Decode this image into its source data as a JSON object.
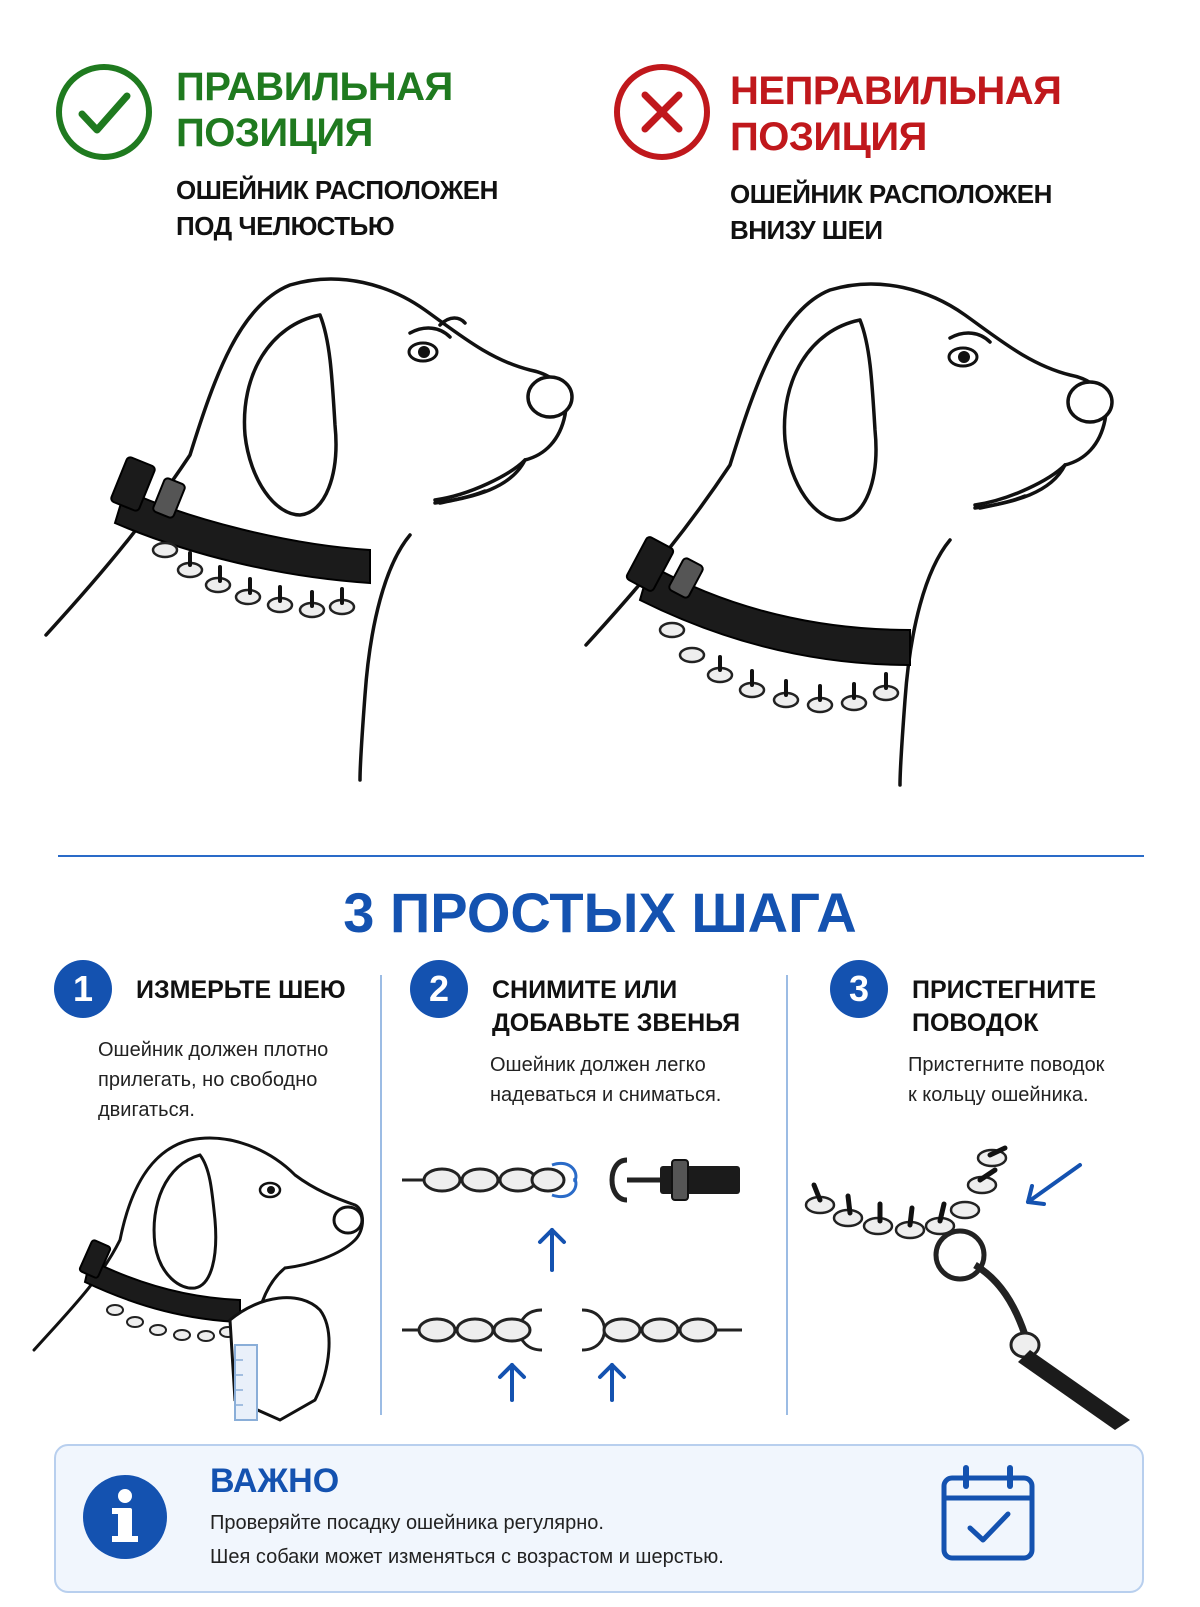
{
  "correct": {
    "title_line1": "ПРАВИЛЬНАЯ",
    "title_line2": "ПОЗИЦИЯ",
    "desc_line1": "ОШЕЙНИК РАСПОЛОЖЕН",
    "desc_line2": "ПОД ЧЕЛЮСТЬЮ",
    "icon": "checkmark-circle-icon",
    "color": "#1f7a1f"
  },
  "incorrect": {
    "title_line1": "НЕПРАВИЛЬНАЯ",
    "title_line2": "ПОЗИЦИЯ",
    "desc_line1": "ОШЕЙНИК РАСПОЛОЖЕН",
    "desc_line2": "ВНИЗУ ШЕИ",
    "icon": "cross-circle-icon",
    "color": "#c0181c"
  },
  "steps_section": {
    "title": "3 ПРОСТЫХ ШАГА",
    "accent": "#1452b0",
    "steps": [
      {
        "number": "1",
        "title_line1": "ИЗМЕРЬТЕ ШЕЮ",
        "title_line2": "",
        "text_line1": "Ошейник должен плотно",
        "text_line2": "прилегать, но свободно",
        "text_line3": "двигаться."
      },
      {
        "number": "2",
        "title_line1": "СНИМИТЕ ИЛИ",
        "title_line2": "ДОБАВЬТЕ ЗВЕНЬЯ",
        "text_line1": "Ошейник должен легко",
        "text_line2": "надеваться и сниматься.",
        "text_line3": ""
      },
      {
        "number": "3",
        "title_line1": "ПРИСТЕГНИТЕ",
        "title_line2": "ПОВОДОК",
        "text_line1": "Пристегните поводок",
        "text_line2": "к кольцу ошейника.",
        "text_line3": ""
      }
    ]
  },
  "important": {
    "title": "ВАЖНО",
    "line1": "Проверяйте посадку ошейника регулярно.",
    "line2": "Шея собаки может изменяться с возрастом и шерстью.",
    "icon_left": "info-icon",
    "icon_right": "calendar-check-icon"
  }
}
